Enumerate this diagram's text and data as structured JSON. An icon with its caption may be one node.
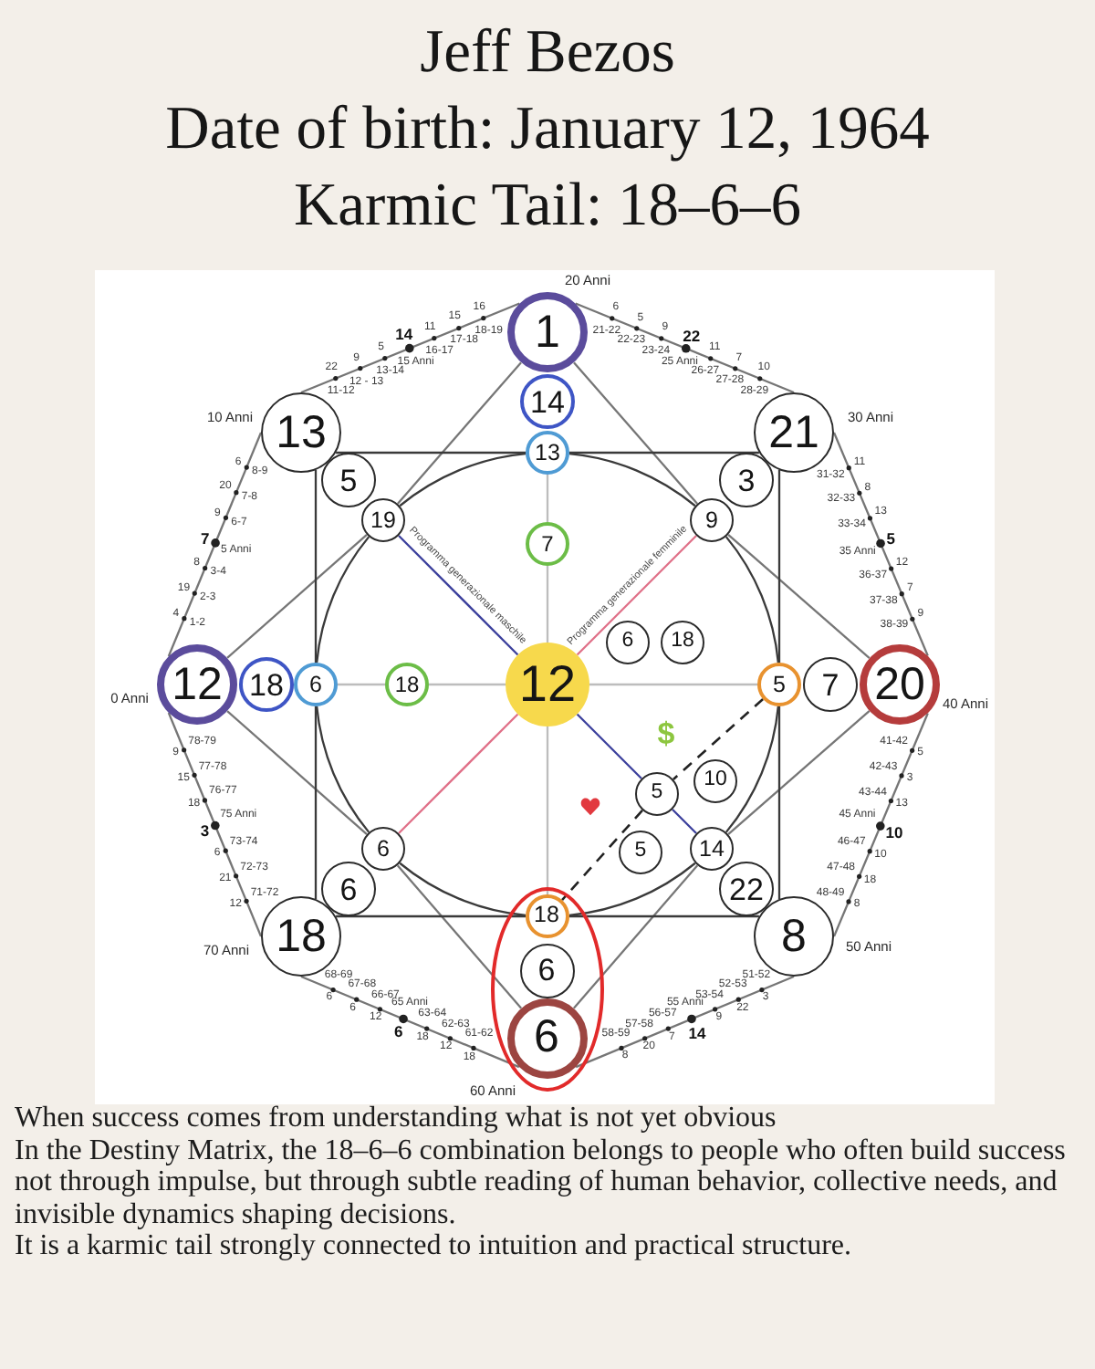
{
  "diagram": {
    "title": "Jeff Bezos",
    "nodes": [
      {
        "text": [
          "1"
        ],
        "beside": [
          "20 Anni"
        ]
      },
      {
        "text": [
          "14"
        ]
      },
      {
        "text": [
          "13"
        ]
      },
      {
        "text": [
          "13"
        ],
        "beside": [
          "10 Anni"
        ]
      },
      {
        "text": [
          "21"
        ],
        "beside": [
          "30 Anni"
        ]
      },
      {
        "text": [
          "5"
        ]
      },
      {
        "text": [
          "3"
        ]
      },
      {
        "text": [
          "19"
        ]
      },
      {
        "text": [
          "9"
        ]
      },
      {
        "text": [
          "7"
        ]
      },
      {
        "text": [
          "6"
        ]
      },
      {
        "text": [
          "18"
        ]
      },
      {
        "text": [
          "12"
        ],
        "beside": [
          "0 Anni"
        ]
      },
      {
        "text": [
          "18"
        ]
      },
      {
        "text": [
          "6"
        ]
      },
      {
        "text": [
          "18"
        ]
      },
      {
        "text": [
          "12"
        ]
      },
      {
        "text": [
          "5"
        ]
      },
      {
        "text": [
          "7"
        ]
      },
      {
        "text": [
          "20"
        ],
        "beside": [
          "40 Anni"
        ]
      },
      {
        "text": [
          "5"
        ]
      },
      {
        "text": [
          "10"
        ]
      },
      {
        "text": [
          "5"
        ]
      },
      {
        "text": [
          "6"
        ]
      },
      {
        "text": [
          "14"
        ]
      },
      {
        "text": [
          "6"
        ]
      },
      {
        "text": [
          "22"
        ]
      },
      {
        "text": [
          "18"
        ],
        "beside": [
          "70 Anni"
        ]
      },
      {
        "text": [
          "8"
        ],
        "beside": [
          "50 Anni"
        ]
      },
      {
        "text": [],
        "shape": "ellipse"
      },
      {
        "text": [
          "18"
        ],
        "in": 29
      },
      {
        "text": [
          "6"
        ],
        "in": 29
      },
      {
        "text": [
          "6"
        ],
        "in": 29,
        "beside": [
          "60 Anni"
        ]
      }
    ],
    "edges": [
      {
        "from": 12,
        "to": 3,
        "arrow": "none"
      },
      {
        "from": 3,
        "to": 0,
        "arrow": "none"
      },
      {
        "from": 0,
        "to": 4,
        "arrow": "none"
      },
      {
        "from": 4,
        "to": 19,
        "arrow": "none"
      },
      {
        "from": 19,
        "to": 28,
        "arrow": "none"
      },
      {
        "from": 28,
        "to": 32,
        "arrow": "none"
      },
      {
        "from": 32,
        "to": 27,
        "arrow": "none"
      },
      {
        "from": 27,
        "to": 12,
        "arrow": "none"
      },
      {
        "from": 0,
        "to": 7,
        "arrow": "none"
      },
      {
        "from": 7,
        "to": 12,
        "arrow": "none"
      },
      {
        "from": 12,
        "to": 23,
        "arrow": "none"
      },
      {
        "from": 23,
        "to": 32,
        "arrow": "none"
      },
      {
        "from": 32,
        "to": 24,
        "arrow": "none"
      },
      {
        "from": 24,
        "to": 19,
        "arrow": "none"
      },
      {
        "from": 19,
        "to": 8,
        "arrow": "none"
      },
      {
        "from": 8,
        "to": 0,
        "arrow": "none"
      },
      {
        "from": 3,
        "to": 2,
        "arrow": "none",
        "color": "#3a3a3a"
      },
      {
        "from": 2,
        "to": 4,
        "arrow": "none",
        "color": "#3a3a3a"
      },
      {
        "from": 4,
        "to": 17,
        "arrow": "none",
        "color": "#3a3a3a"
      },
      {
        "from": 17,
        "to": 28,
        "arrow": "none",
        "color": "#3a3a3a"
      },
      {
        "from": 28,
        "to": 30,
        "arrow": "none",
        "color": "#3a3a3a"
      },
      {
        "from": 30,
        "to": 27,
        "arrow": "none",
        "color": "#3a3a3a"
      },
      {
        "from": 27,
        "to": 14,
        "arrow": "none",
        "color": "#3a3a3a"
      },
      {
        "from": 14,
        "to": 3,
        "arrow": "none",
        "color": "#3a3a3a"
      },
      {
        "from": 2,
        "to": 8,
        "arrow": "none",
        "color": "#3a3a3a"
      },
      {
        "from": 8,
        "to": 17,
        "arrow": "none",
        "color": "#3a3a3a"
      },
      {
        "from": 17,
        "to": 24,
        "arrow": "none",
        "color": "#3a3a3a"
      },
      {
        "from": 24,
        "to": 30,
        "arrow": "none",
        "color": "#3a3a3a"
      },
      {
        "from": 30,
        "to": 23,
        "arrow": "none",
        "color": "#3a3a3a"
      },
      {
        "from": 23,
        "to": 14,
        "arrow": "none",
        "color": "#3a3a3a"
      },
      {
        "from": 14,
        "to": 7,
        "arrow": "none",
        "color": "#3a3a3a"
      },
      {
        "from": 7,
        "to": 2,
        "arrow": "none",
        "color": "#3a3a3a"
      },
      {
        "from": 2,
        "to": 9,
        "arrow": "none",
        "color": "#bdbdbd"
      },
      {
        "from": 9,
        "to": 16,
        "arrow": "none",
        "color": "#bdbdbd"
      },
      {
        "from": 16,
        "to": 30,
        "arrow": "none",
        "color": "#bdbdbd"
      },
      {
        "from": 14,
        "to": 15,
        "arrow": "none",
        "color": "#bdbdbd"
      },
      {
        "from": 15,
        "to": 16,
        "arrow": "none",
        "color": "#bdbdbd"
      },
      {
        "from": 16,
        "to": 17,
        "arrow": "none",
        "color": "#bdbdbd"
      },
      {
        "from": 7,
        "to": 16,
        "arrow": "none",
        "label": "Programma generazionale maschile",
        "color": "#3b3f9c"
      },
      {
        "from": 16,
        "to": 20,
        "arrow": "none",
        "color": "#3b3f9c"
      },
      {
        "from": 20,
        "to": 24,
        "arrow": "none",
        "color": "#3b3f9c"
      },
      {
        "from": 16,
        "to": 8,
        "arrow": "none",
        "label": "Programma generazionale femminile",
        "color": "#e07088"
      },
      {
        "from": 16,
        "to": 23,
        "arrow": "none",
        "color": "#e07088"
      },
      {
        "from": 17,
        "to": 20,
        "arrow": "none",
        "style": "dashed",
        "color": "#222222"
      },
      {
        "from": 20,
        "to": 30,
        "arrow": "none",
        "style": "dashed",
        "color": "#222222"
      }
    ],
    "labels": [
      "Date of birth: January 12, 1964",
      "Karmic Tail: 18–6–6",
      "4",
      "1-2",
      "19",
      "2-3",
      "8",
      "3-4",
      "7",
      "5 Anni",
      "9",
      "6-7",
      "20",
      "7-8",
      "6",
      "8-9",
      "22",
      "11-12",
      "9",
      "12 - 13",
      "5",
      "13-14",
      "14",
      "15 Anni",
      "11",
      "16-17",
      "15",
      "17-18",
      "16",
      "18-19",
      "6",
      "21-22",
      "5",
      "22-23",
      "9",
      "23-24",
      "22",
      "25 Anni",
      "11",
      "26-27",
      "7",
      "27-28",
      "10",
      "28-29",
      "11",
      "31-32",
      "8",
      "32-33",
      "13",
      "33-34",
      "5",
      "35 Anni",
      "12",
      "36-37",
      "7",
      "37-38",
      "9",
      "38-39",
      "5",
      "41-42",
      "3",
      "42-43",
      "13",
      "43-44",
      "10",
      "45 Anni",
      "10",
      "46-47",
      "18",
      "47-48",
      "8",
      "48-49",
      "3",
      "51-52",
      "22",
      "52-53",
      "9",
      "53-54",
      "14",
      "55 Anni",
      "7",
      "56-57",
      "20",
      "57-58",
      "8",
      "58-59",
      "18",
      "61-62",
      "12",
      "62-63",
      "18",
      "63-64",
      "6",
      "65 Anni",
      "12",
      "66-67",
      "6",
      "67-68",
      "6",
      "68-69",
      "12",
      "71-72",
      "21",
      "72-73",
      "6",
      "73-74",
      "3",
      "75 Anni",
      "18",
      "76-77",
      "15",
      "77-78",
      "9",
      "78-79",
      "$",
      "When success comes from understanding what is not yet obvious",
      "In the Destiny Matrix, the 18–6–6 combination belongs to people who often build success not through impulse, but through subtle reading of human behavior, collective needs, and invisible dynamics shaping decisions.",
      "It is a karmic tail strongly connected to intuition and practical structure."
    ]
  }
}
